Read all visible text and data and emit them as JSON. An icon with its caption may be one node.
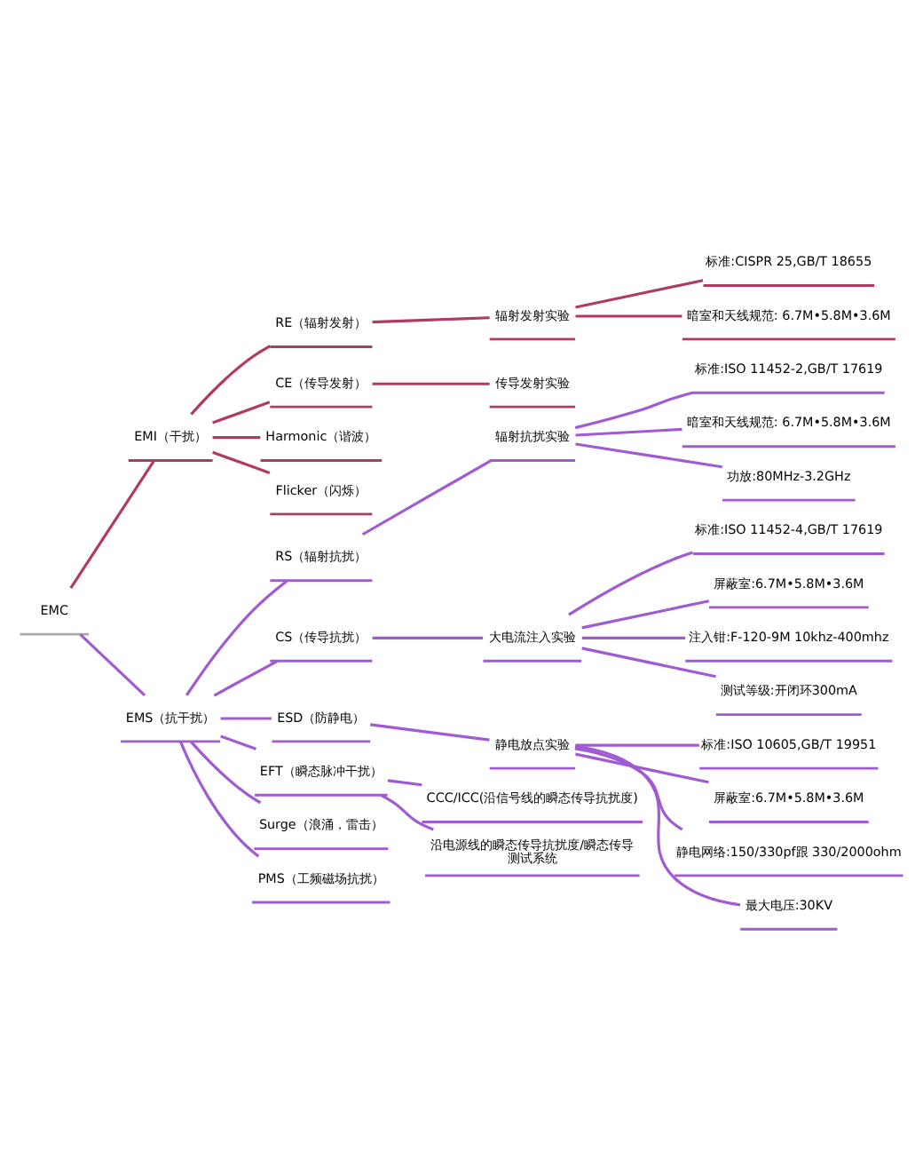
{
  "diagram": {
    "nodes": [
      {
        "text": [
          "EMC"
        ]
      },
      {
        "text": [
          "EMI（干扰）"
        ]
      },
      {
        "text": [
          "RE（辐射发射）"
        ]
      },
      {
        "text": [
          "辐射发射实验"
        ]
      },
      {
        "text": [
          "标准:CISPR 25,GB/T 18655"
        ]
      },
      {
        "text": [
          "暗室和天线规范: 6.7M•5.8M•3.6M"
        ]
      },
      {
        "text": [
          "CE（传导发射）"
        ]
      },
      {
        "text": [
          "传导发射实验"
        ]
      },
      {
        "text": [
          "Harmonic（谐波）"
        ]
      },
      {
        "text": [
          "Flicker（闪烁）"
        ]
      },
      {
        "text": [
          "EMS（抗干扰）"
        ]
      },
      {
        "text": [
          "RS（辐射抗扰）"
        ]
      },
      {
        "text": [
          "辐射抗扰实验"
        ]
      },
      {
        "text": [
          "标准:ISO 11452-2,GB/T 17619"
        ]
      },
      {
        "text": [
          "暗室和天线规范: 6.7M•5.8M•3.6M"
        ]
      },
      {
        "text": [
          "功放:80MHz-3.2GHz"
        ]
      },
      {
        "text": [
          "CS（传导抗扰）"
        ]
      },
      {
        "text": [
          "大电流注入实验"
        ]
      },
      {
        "text": [
          "标准:ISO 11452-4,GB/T 17619"
        ]
      },
      {
        "text": [
          "屏蔽室:6.7M•5.8M•3.6M"
        ]
      },
      {
        "text": [
          "注入钳:F-120-9M 10khz-400mhz"
        ]
      },
      {
        "text": [
          "测试等级:开闭环300mA"
        ]
      },
      {
        "text": [
          "ESD（防静电）"
        ]
      },
      {
        "text": [
          "静电放点实验"
        ]
      },
      {
        "text": [
          "标准:ISO 10605,GB/T 19951"
        ]
      },
      {
        "text": [
          "屏蔽室:6.7M•5.8M•3.6M"
        ]
      },
      {
        "text": [
          "静电网络:150/330pf跟 330/2000ohm"
        ]
      },
      {
        "text": [
          "最大电压:30KV"
        ]
      },
      {
        "text": [
          "EFT（瞬态脉冲干扰）"
        ]
      },
      {
        "text": [
          "CCC/ICC(沿信号线的瞬态传导抗扰度)"
        ]
      },
      {
        "text": [
          "沿电源线的瞬态传导抗扰度/瞬态传导",
          "测试系统"
        ]
      },
      {
        "text": [
          "Surge（浪涌，雷击）"
        ]
      },
      {
        "text": [
          "PMS（工频磁场抗扰）"
        ]
      }
    ],
    "edges": [
      {
        "from": 0,
        "to": 1,
        "arrow": "none",
        "color": "#b03a64"
      },
      {
        "from": 1,
        "to": 2,
        "arrow": "none",
        "color": "#b03a64"
      },
      {
        "from": 2,
        "to": 3,
        "arrow": "none",
        "color": "#b03a64"
      },
      {
        "from": 3,
        "to": 4,
        "arrow": "none",
        "color": "#b03a64"
      },
      {
        "from": 3,
        "to": 5,
        "arrow": "none",
        "color": "#b03a64"
      },
      {
        "from": 1,
        "to": 6,
        "arrow": "none",
        "color": "#b03a64"
      },
      {
        "from": 6,
        "to": 7,
        "arrow": "none",
        "color": "#b03a64"
      },
      {
        "from": 1,
        "to": 8,
        "arrow": "none",
        "color": "#b03a64"
      },
      {
        "from": 1,
        "to": 9,
        "arrow": "none",
        "color": "#b03a64"
      },
      {
        "from": 0,
        "to": 10,
        "arrow": "none"
      },
      {
        "from": 10,
        "to": 11,
        "arrow": "none"
      },
      {
        "from": 11,
        "to": 12,
        "arrow": "none"
      },
      {
        "from": 12,
        "to": 13,
        "arrow": "none"
      },
      {
        "from": 12,
        "to": 14,
        "arrow": "none"
      },
      {
        "from": 12,
        "to": 15,
        "arrow": "none"
      },
      {
        "from": 10,
        "to": 16,
        "arrow": "none"
      },
      {
        "from": 16,
        "to": 17,
        "arrow": "none"
      },
      {
        "from": 17,
        "to": 18,
        "arrow": "none"
      },
      {
        "from": 17,
        "to": 19,
        "arrow": "none"
      },
      {
        "from": 17,
        "to": 20,
        "arrow": "none"
      },
      {
        "from": 17,
        "to": 21,
        "arrow": "none"
      },
      {
        "from": 10,
        "to": 22,
        "arrow": "none"
      },
      {
        "from": 22,
        "to": 23,
        "arrow": "none"
      },
      {
        "from": 23,
        "to": 24,
        "arrow": "none"
      },
      {
        "from": 23,
        "to": 25,
        "arrow": "none"
      },
      {
        "from": 23,
        "to": 26,
        "arrow": "none"
      },
      {
        "from": 23,
        "to": 27,
        "arrow": "none"
      },
      {
        "from": 10,
        "to": 28,
        "arrow": "none"
      },
      {
        "from": 28,
        "to": 29,
        "arrow": "none"
      },
      {
        "from": 28,
        "to": 30,
        "arrow": "none"
      },
      {
        "from": 10,
        "to": 31,
        "arrow": "none"
      },
      {
        "from": 10,
        "to": 32,
        "arrow": "none"
      }
    ]
  }
}
